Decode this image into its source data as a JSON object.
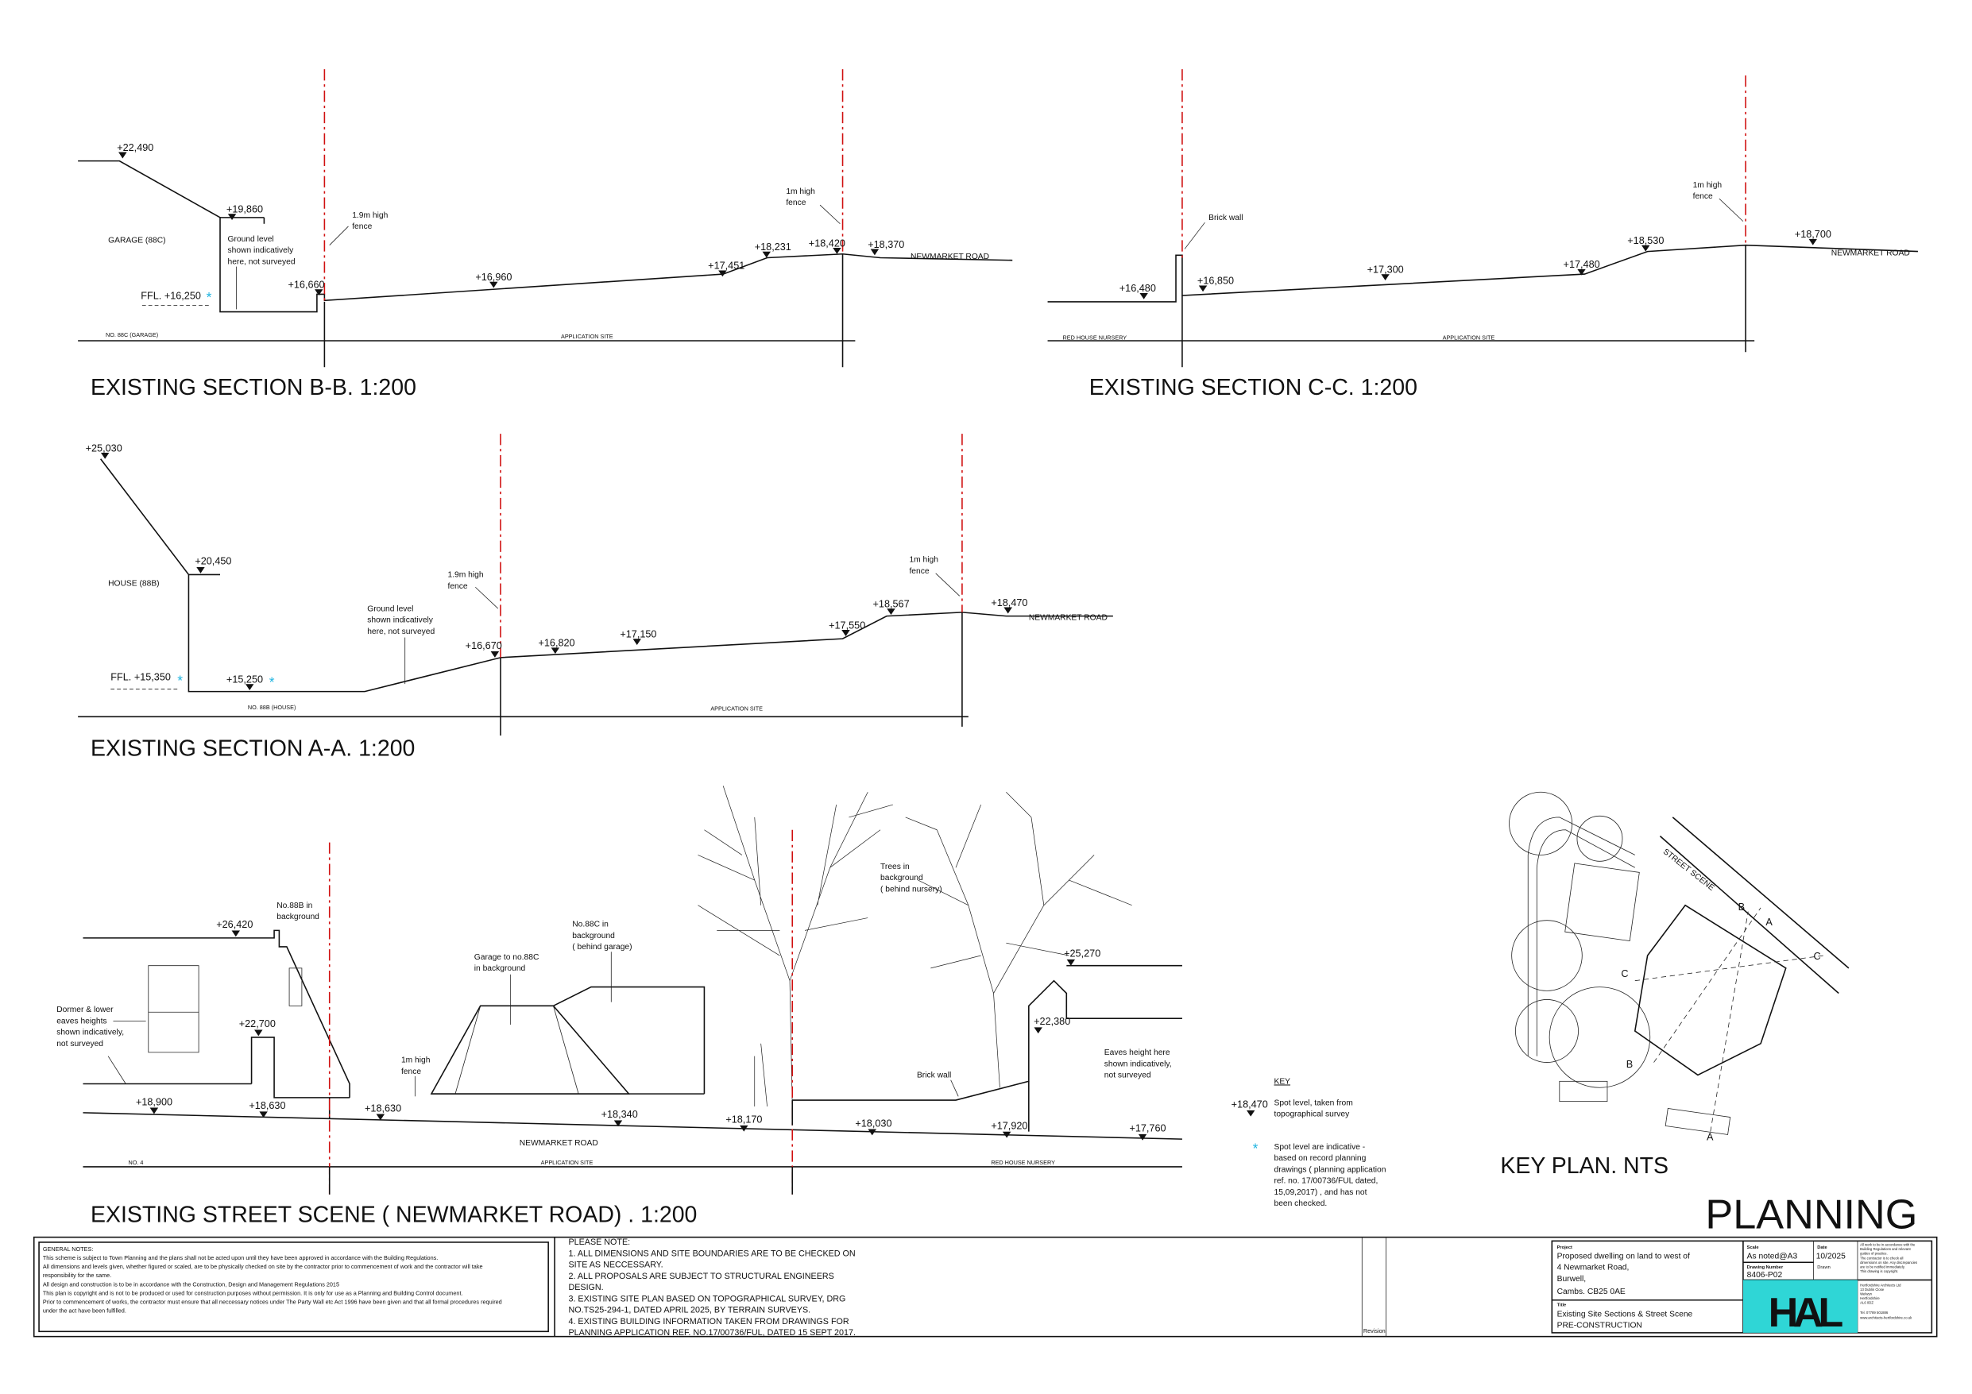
{
  "sections": {
    "bb": {
      "title": "EXISTING SECTION B-B. 1:200",
      "levels": [
        "+22,490",
        "+19,860",
        "+16,660",
        "+16,960",
        "+17,451",
        "+18,231",
        "+18,420",
        "+18,370"
      ],
      "ffl": "FFL. +16,250",
      "labels": {
        "garage": "GARAGE  (88C)",
        "ground1": "Ground level",
        "ground2": "shown indicatively",
        "ground3": "here, not surveyed",
        "fence1a": "1.9m high",
        "fence1b": "fence",
        "fence2a": "1m high",
        "fence2b": "fence",
        "road": "NEWMARKET ROAD",
        "no88c": "NO. 88C (GARAGE)",
        "site": "APPLICATION SITE"
      }
    },
    "cc": {
      "title": "EXISTING SECTION C-C. 1:200",
      "levels": [
        "+16,480",
        "+16,850",
        "+17,300",
        "+17,480",
        "+18,530",
        "+18,700"
      ],
      "labels": {
        "brick": "Brick wall",
        "fence1a": "1m high",
        "fence1b": "fence",
        "road": "NEWMARKET ROAD",
        "nursery": "RED HOUSE NURSERY",
        "site": "APPLICATION SITE"
      }
    },
    "aa": {
      "title": "EXISTING SECTION A-A. 1:200",
      "levels": [
        "+25,030",
        "+20,450",
        "+15,250",
        "+16,670",
        "+16,820",
        "+17,150",
        "+17,550",
        "+18,567",
        "+18,470"
      ],
      "ffl": "FFL. +15,350",
      "labels": {
        "house": "HOUSE  (88B)",
        "ground1": "Ground level",
        "ground2": "shown indicatively",
        "ground3": "here, not surveyed",
        "fence1a": "1.9m high",
        "fence1b": "fence",
        "fence2a": "1m high",
        "fence2b": "fence",
        "road": "NEWMARKET ROAD",
        "no88b": "NO. 88B (HOUSE)",
        "site": "APPLICATION SITE"
      }
    },
    "street": {
      "title": "EXISTING STREET SCENE  ( NEWMARKET ROAD)  . 1:200",
      "levels": [
        "+26,420",
        "+22,700",
        "+18,900",
        "+18,630",
        "+18,630",
        "+18,340",
        "+18,170",
        "+18,030",
        "+17,920",
        "+17,760",
        "+22,380",
        "+25,270"
      ],
      "labels": {
        "no88b1": "No.88B in",
        "no88b2": "background",
        "dormer1": "Dormer & lower",
        "dormer2": "eaves heights",
        "dormer3": "shown indicatively,",
        "dormer4": "not surveyed",
        "garage1": "Garage to no.88C",
        "garage2": "in background",
        "no88c1": "No.88C in",
        "no88c2": "background",
        "no88c3": "( behind garage)",
        "trees1": "Trees in",
        "trees2": "background",
        "trees3": "( behind nursery)",
        "fence1": "1m high",
        "fence2": "fence",
        "brick": "Brick wall",
        "eaves1": "Eaves height here",
        "eaves2": "shown indicatively,",
        "eaves3": "not surveyed",
        "road": "NEWMARKET ROAD",
        "no4": "NO. 4",
        "site": "APPLICATION SITE",
        "nursery": "RED HOUSE NURSERY"
      }
    }
  },
  "key": {
    "title": "KEY",
    "spot_value": "+18,470",
    "spot1": "Spot level, taken from",
    "spot2": "topographical survey",
    "ind1": "Spot level are indicative -",
    "ind2": "based on record planning",
    "ind3": "drawings  ( planning application",
    "ind4": "ref. no. 17/00736/FUL dated,",
    "ind5": "15,09,2017)  , and has not",
    "ind6": "been checked."
  },
  "key_plan": {
    "title": "KEY PLAN.  NTS",
    "street": "STREET SCENE",
    "a": "A",
    "b": "B",
    "c": "C"
  },
  "stamp": "PLANNING",
  "general_notes": {
    "heading": "GENERAL NOTES:",
    "lines": [
      "This scheme is subject to Town Planning and the plans shall not be acted upon until they have been approved in accordance with the Building Regulations.",
      "All dimensions and levels given, whether figured or scaled, are to be physically checked on site by the contractor prior to commencement of work and the contractor will take",
      "responsibility for the same.",
      "All design and construction is to be in accordance with the Construction, Design and Management Regulations 2015",
      "This plan is copyright and is not to be produced or used for construction purposes without permission. It is only for use as a Planning and Building Control document.",
      "Prior to commencement of works, the contractor must ensure that all neccessary notices under The Party Wall etc Act 1996 have been given and that all formal procedures required",
      "under the act have been fulfilled."
    ]
  },
  "please_note": {
    "lines": [
      "PLEASE NOTE:",
      "1. ALL DIMENSIONS AND SITE BOUNDARIES ARE TO BE CHECKED ON",
      "SITE AS NECCESSARY.",
      "2. ALL PROPOSALS ARE SUBJECT TO STRUCTURAL ENGINEERS",
      "DESIGN.",
      "3. EXISTING SITE PLAN BASED ON TOPOGRAPHICAL SURVEY, DRG",
      "NO.TS25-294-1, DATED APRIL 2025, BY TERRAIN SURVEYS.",
      "4. EXISTING BUILDING INFORMATION TAKEN FROM DRAWINGS FOR",
      "PLANNING APPLICATION REF. NO.17/00736/FUL, DATED 15 SEPT 2017."
    ]
  },
  "revision_label": "Revision",
  "title_block": {
    "project_label": "Project",
    "project": [
      "Proposed dwelling on land to west of",
      "4 Newmarket Road,",
      "Burwell,",
      "Cambs. CB25 0AE"
    ],
    "title_label": "Title",
    "title": [
      "Existing Site Sections & Street Scene",
      "PRE-CONSTRUCTION"
    ],
    "scale_label": "Scale",
    "scale": "As noted@A3",
    "date_label": "Date",
    "date": "10/2025",
    "drawing_label": "Drawing Number",
    "drawing": "8406-P02",
    "drawn_label": "Drawn",
    "disclaimer": [
      "All work to be in accordance with the",
      "Building Regulations and relevant",
      "guides of practice.",
      "The contractor is to check all",
      "dimensions on site.  Any discrepancies",
      "are to be notified immediately.",
      "This drawing is copyright."
    ],
    "logo": "HAL",
    "logo_color": "#2fd6d6",
    "company": [
      "Hertfordshire Architects Ltd",
      "13 Dublin Close",
      "Welwyn",
      "Hertfordshire",
      "AL6 0DZ"
    ],
    "tel": "Tel. 07789 501886",
    "web": "www.architects-hertfordshire.co.uk"
  }
}
